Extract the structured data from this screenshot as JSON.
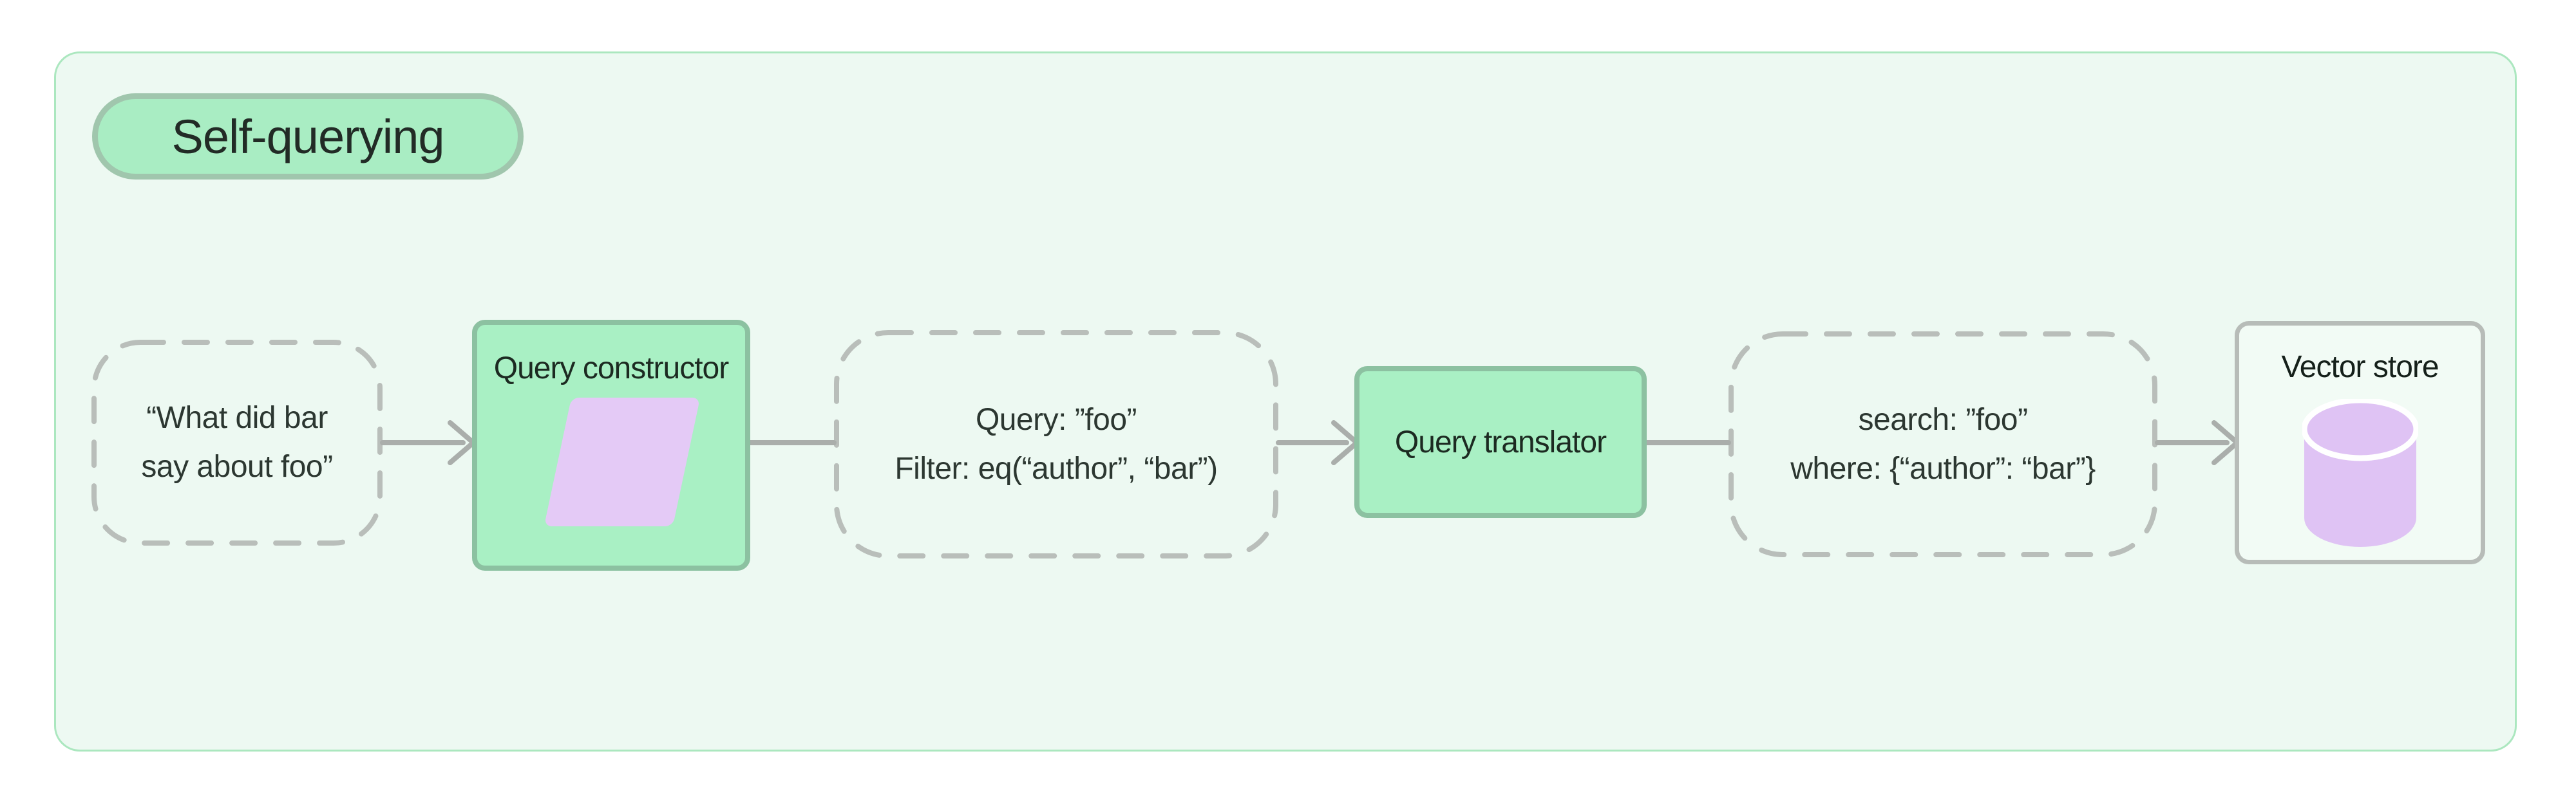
{
  "diagram": {
    "badge": "Self-querying",
    "nodes": {
      "input": {
        "lines": [
          "“What did bar",
          "say about foo”"
        ]
      },
      "query_constructor": {
        "label": "Query constructor",
        "icon": "parallelogram-icon"
      },
      "constructed_query": {
        "lines": [
          "Query: ”foo”",
          "Filter: eq(“author”, “bar”)"
        ]
      },
      "query_translator": {
        "label": "Query translator"
      },
      "translated_query": {
        "lines": [
          "search: ”foo”",
          "where: {“author”: “bar”}"
        ]
      },
      "vector_store": {
        "label": "Vector store",
        "icon": "database-icon"
      }
    },
    "colors": {
      "container_bg": "#edf9f2",
      "container_border": "#abe7bf",
      "badge_bg": "#a9edc3",
      "badge_border": "#a0c6ad",
      "green_node_bg": "#a9f0c4",
      "green_node_border": "#8cc1a1",
      "dashed_border": "#b9beba",
      "connector_line": "#aaaeab",
      "parallelogram_fill": "#e4caf6",
      "cylinder_fill": "#dfc3f4",
      "vector_store_bg": "#f2fbf5",
      "vector_store_border": "#b7bcb8",
      "title_text": "#1c2a21",
      "body_text": "#2c3731"
    }
  }
}
